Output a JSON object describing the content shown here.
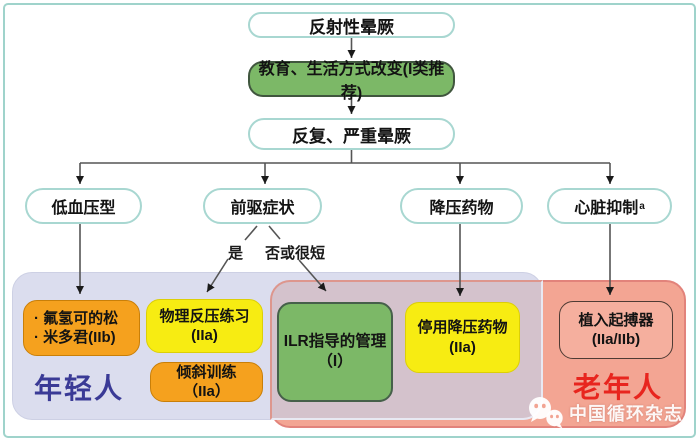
{
  "flow": {
    "root": "反射性晕厥",
    "education": "教育、生活方式改变(I类推荐)",
    "recurrent": "反复、严重晕厥",
    "branches": [
      {
        "label": "低血压型"
      },
      {
        "label": "前驱症状"
      },
      {
        "label": "降压药物"
      },
      {
        "label": "心脏抑制",
        "sup": "a"
      }
    ],
    "decision": {
      "yes": "是",
      "no": "否或很短"
    },
    "treatments": {
      "fludro": {
        "line1": "· 氟氢可的松",
        "line2": "· 米多君(IIb)"
      },
      "counterpressure": {
        "line1": "物理反压练习",
        "line2": "(IIa)"
      },
      "tilt": {
        "line1": "倾斜训练",
        "line2": "（IIa）"
      },
      "ilr": {
        "line1": "ILR指导的管理",
        "line2": "（I）"
      },
      "stop_drugs": {
        "line1": "停用降压药物",
        "line2": "(IIa)"
      },
      "pacemaker": {
        "line1": "植入起搏器",
        "line2": "(IIa/IIb)"
      }
    },
    "groups": {
      "young": "年轻人",
      "old": "老年人"
    }
  },
  "watermark": {
    "text": "中国循环杂志"
  },
  "colors": {
    "frame_border": "#9FD3CB",
    "white_node_border": "#A8D7D1",
    "green_fill": "#7CB867",
    "green_border": "#40563E",
    "yellow_fill": "#F7EC12",
    "orange_fill": "#F5A11E",
    "salmon_box_fill": "#F5AF9E",
    "panel_young": "#DBDDEE",
    "panel_old": "#F3A593",
    "panel_overlap": "#D4C2CC",
    "young_text": "#3A3A96",
    "old_text": "#E8251E",
    "connector": "#555555"
  }
}
